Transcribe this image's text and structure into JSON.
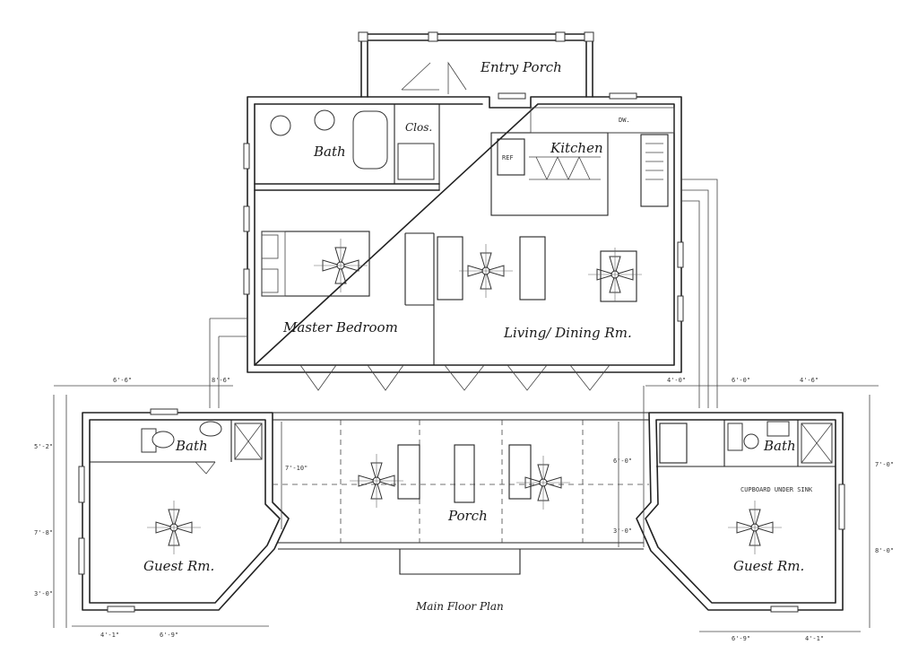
{
  "plan": {
    "title": "Main Floor Plan",
    "rooms": {
      "entry_porch": "Entry Porch",
      "closet": "Clos.",
      "kitchen": "Kitchen",
      "bath_master": "Bath",
      "master_bedroom": "Master Bedroom",
      "living_dining": "Living/ Dining Rm.",
      "bath_left": "Bath",
      "bath_right": "Bath",
      "porch": "Porch",
      "guest_left": "Guest Rm.",
      "guest_right": "Guest Rm."
    },
    "fixtures": {
      "refrigerator": "REF",
      "dishwasher": "DW.",
      "cupboard_note": "CUPBOARD UNDER SINK"
    },
    "dimensions": {
      "left_top": "6'-6\"",
      "left_gap": "8'-6\"",
      "left_side_1": "5'-2\"",
      "left_side_2": "7'-8\"",
      "left_side_3": "3'-0\"",
      "left_bottom_1": "4'-1\"",
      "left_bottom_2": "6'-9\"",
      "porch_side_left": "7'-10\"",
      "porch_side_right": "6'-0\"",
      "porch_right_low": "3'-0\"",
      "right_top_1": "4'-0\"",
      "right_top_2": "6'-0\"",
      "right_top_3": "4'-6\"",
      "right_side_1": "7'-0\"",
      "right_side_2": "8'-0\"",
      "right_bottom_1": "6'-9\"",
      "right_bottom_2": "4'-1\""
    }
  }
}
